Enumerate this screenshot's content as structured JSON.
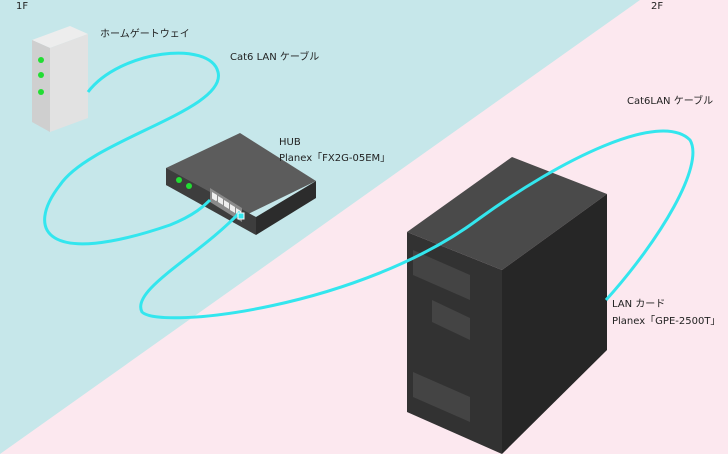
{
  "floors": {
    "first": "1F",
    "second": "2F"
  },
  "devices": {
    "gateway": {
      "label": "ホームゲートウェイ"
    },
    "hub": {
      "label": "HUB",
      "model": "Planex「FX2G-05EM」"
    },
    "pc": {
      "label": "LAN カード",
      "model": "Planex「GPE-2500T」"
    }
  },
  "cables": {
    "upper": {
      "label": "Cat6 LAN ケーブル"
    },
    "lower": {
      "label": "Cat6LAN ケーブル"
    }
  },
  "colors": {
    "floor1": "#c6e7ea",
    "floor2": "#fce8ef",
    "cable": "#33e6ee",
    "led": "#22dd33"
  }
}
